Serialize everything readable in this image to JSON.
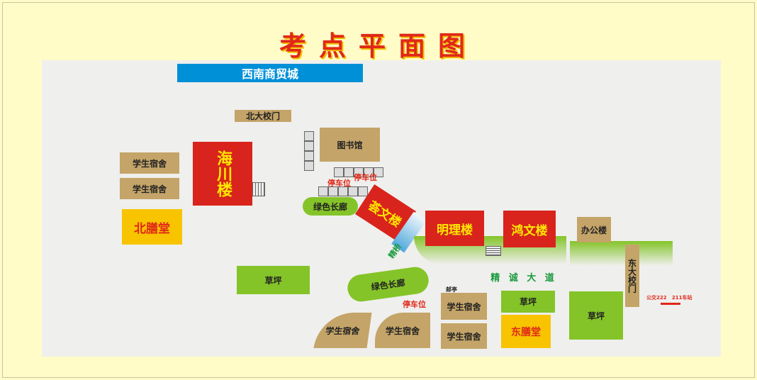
{
  "title": "考点平面图",
  "colors": {
    "building": "#d8241c",
    "dorm": "#c4a468",
    "lawn": "#84c428",
    "canteen": "#f8c400",
    "banner": "#0090d8"
  },
  "places": {
    "mall": "西南商贸城",
    "north_gate": "北大校门",
    "library": "图书馆",
    "dorm": "学生宿舍",
    "haichuan": "海川楼",
    "north_canteen": "北膳堂",
    "parking": "停车位",
    "corridor": "绿色长廊",
    "huiwen": "荟文楼",
    "bridge": "精桥",
    "mingli": "明理楼",
    "hongwen": "鸿文楼",
    "office": "办公楼",
    "east_gate": "东大校门",
    "avenue": "精 诚 大 道",
    "lawn": "草坪",
    "post": "邮亭",
    "east_canteen": "东膳堂",
    "bus": "公交222   211车站"
  }
}
